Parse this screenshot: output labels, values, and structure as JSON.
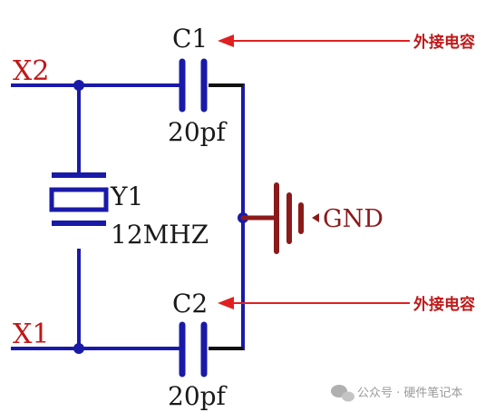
{
  "labels": {
    "x2": "X2",
    "x1": "X1",
    "c1": "C1",
    "c2": "C2",
    "c1_value": "20pf",
    "c2_value": "20pf",
    "y1": "Y1",
    "y1_value": "12MHZ",
    "gnd": "GND"
  },
  "annotations": {
    "c1_note": "外接电容",
    "c2_note": "外接电容"
  },
  "watermark": {
    "text": "公众号 · 硬件笔记本"
  },
  "colors": {
    "wire": "#1a1aa8",
    "ground": "#8b1a1a",
    "label_red": "#c01818",
    "arrow_red": "#e02020",
    "lead_black": "#111111",
    "text_dark": "#1a1a1a",
    "watermark": "#9a9a9a"
  }
}
